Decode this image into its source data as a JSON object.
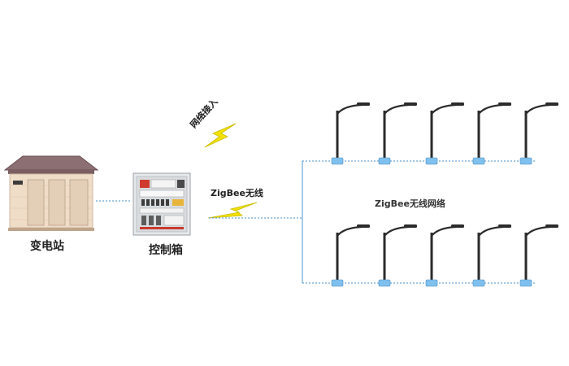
{
  "labels": {
    "substation": "变电站",
    "control_box": "控制箱",
    "network_access": "网络接入",
    "zigbee_wireless": "ZigBee无线",
    "zigbee_network": "ZigBee无线网络"
  },
  "colors": {
    "connector_dotted": "#6aa7d8",
    "bus_line": "#6aa7d8",
    "lightning": "#f2e200",
    "lightning_stroke": "#c9bb00",
    "pole": "#2b2b2b",
    "node_box": "#7fc0ee"
  },
  "icons": {
    "substation": "substation-building-icon",
    "control_box": "control-cabinet-icon",
    "wireless_signal": "lightning-bolt-icon",
    "street_light": "street-light-icon"
  },
  "street_lights": {
    "rows": 2,
    "per_row": 5
  }
}
